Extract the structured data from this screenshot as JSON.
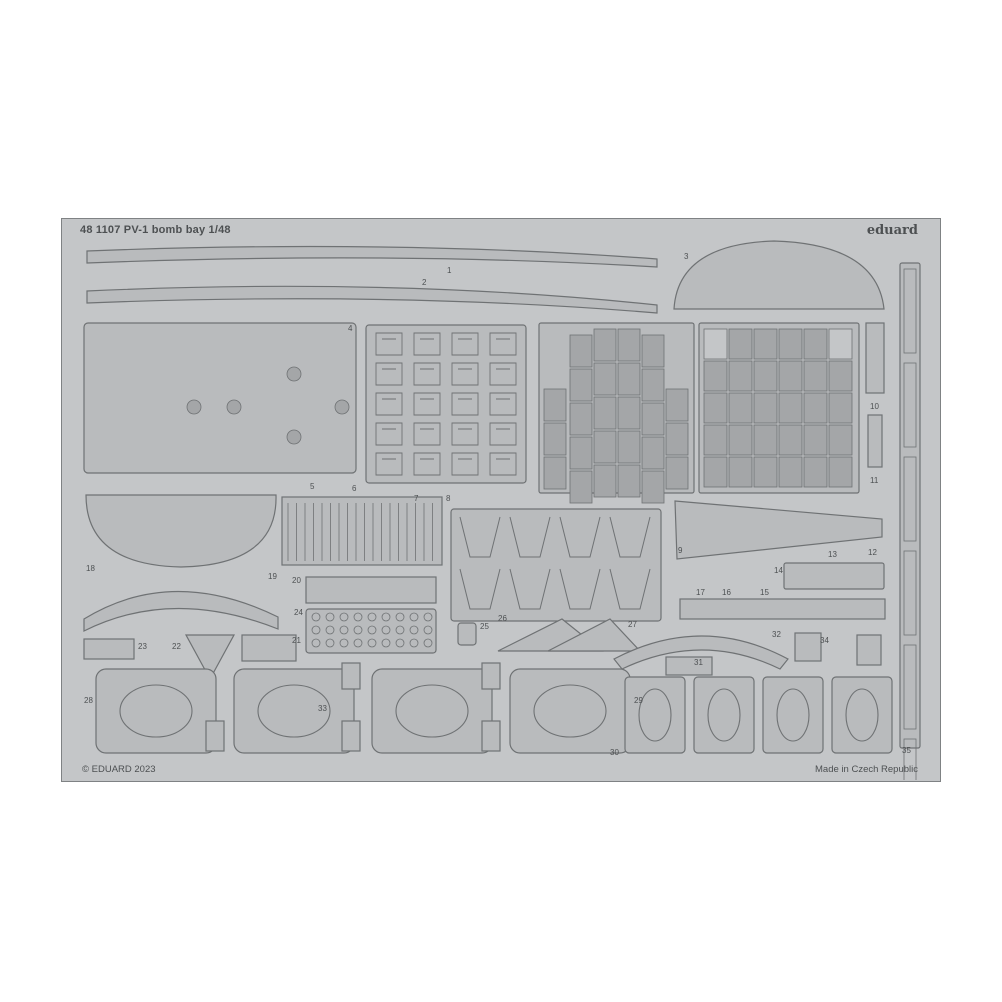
{
  "sheet": {
    "title": "48 1107  PV-1 bomb bay  1/48",
    "brand": "eduard",
    "copyright": "© EDUARD 2023",
    "origin": "Made in Czech Republic",
    "part_numbers": [
      "1",
      "2",
      "3",
      "4",
      "5",
      "6",
      "7",
      "8",
      "9",
      "10",
      "11",
      "12",
      "13",
      "14",
      "15",
      "16",
      "17",
      "18",
      "19",
      "20",
      "21",
      "22",
      "23",
      "24",
      "25",
      "26",
      "27",
      "28",
      "29",
      "30",
      "31",
      "32",
      "33",
      "34",
      "35"
    ]
  },
  "colors": {
    "fret": "#c4c6c8",
    "part": "#b9bbbd",
    "line": "#6f7274",
    "panel": "#a4a6a8",
    "text": "#4d5052"
  }
}
